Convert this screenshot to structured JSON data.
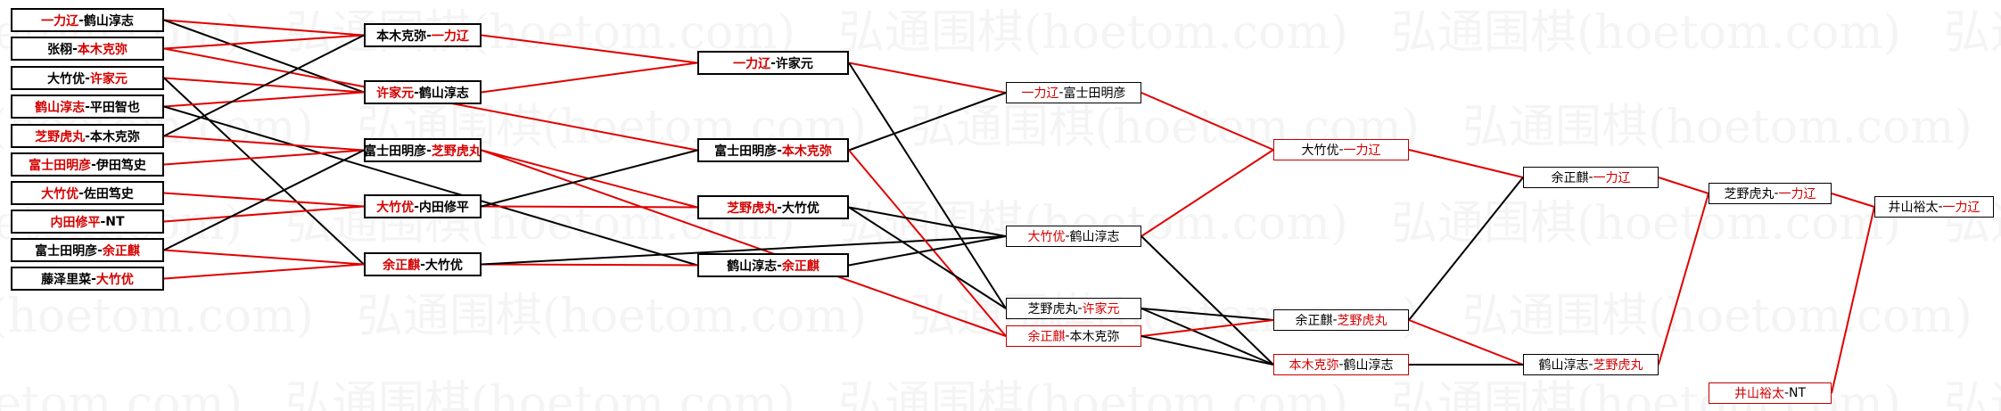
{
  "separator": "-",
  "colors": {
    "red": "#d40000",
    "black": "#000000"
  },
  "watermark": "弘通围棋(hoetom.com)",
  "nodes": {
    "r1_1": {
      "left": "一力辽",
      "left_win": true,
      "right": "鹤山淳志",
      "right_win": false
    },
    "r1_2": {
      "left": "张栩",
      "left_win": false,
      "right": "本木克弥",
      "right_win": true
    },
    "r1_3": {
      "left": "大竹优",
      "left_win": false,
      "right": "许家元",
      "right_win": true
    },
    "r1_4": {
      "left": "鹤山淳志",
      "left_win": true,
      "right": "平田智也",
      "right_win": false
    },
    "r1_5": {
      "left": "芝野虎丸",
      "left_win": true,
      "right": "本木克弥",
      "right_win": false
    },
    "r1_6": {
      "left": "富士田明彦",
      "left_win": true,
      "right": "伊田笃史",
      "right_win": false
    },
    "r1_7": {
      "left": "大竹优",
      "left_win": true,
      "right": "佐田笃史",
      "right_win": false
    },
    "r1_8": {
      "left": "内田修平",
      "left_win": true,
      "right": "NT",
      "right_win": false
    },
    "r1_9": {
      "left": "富士田明彦",
      "left_win": false,
      "right": "余正麒",
      "right_win": true
    },
    "r1_10": {
      "left": "藤泽里菜",
      "left_win": false,
      "right": "大竹优",
      "right_win": true
    },
    "r2_1": {
      "left": "本木克弥",
      "left_win": false,
      "right": "一力辽",
      "right_win": true
    },
    "r2_2": {
      "left": "许家元",
      "left_win": true,
      "right": "鹤山淳志",
      "right_win": false
    },
    "r2_3": {
      "left": "富士田明彦",
      "left_win": false,
      "right": "芝野虎丸",
      "right_win": true
    },
    "r2_4": {
      "left": "大竹优",
      "left_win": true,
      "right": "内田修平",
      "right_win": false
    },
    "r2_5": {
      "left": "余正麒",
      "left_win": true,
      "right": "大竹优",
      "right_win": false
    },
    "r3_1": {
      "left": "一力辽",
      "left_win": true,
      "right": "许家元",
      "right_win": false
    },
    "r3_2": {
      "left": "富士田明彦",
      "left_win": false,
      "right": "本木克弥",
      "right_win": true
    },
    "r3_3": {
      "left": "芝野虎丸",
      "left_win": true,
      "right": "大竹优",
      "right_win": false
    },
    "r3_4": {
      "left": "鹤山淳志",
      "left_win": false,
      "right": "余正麒",
      "right_win": true
    },
    "r4_1": {
      "left": "一力辽",
      "left_win": true,
      "right": "富士田明彦",
      "right_win": false
    },
    "r4_2": {
      "left": "大竹优",
      "left_win": true,
      "right": "鹤山淳志",
      "right_win": false
    },
    "r4_3": {
      "left": "芝野虎丸",
      "left_win": false,
      "right": "许家元",
      "right_win": true
    },
    "r4_4": {
      "left": "余正麒",
      "left_win": true,
      "right": "本木克弥",
      "right_win": false
    },
    "r5_1": {
      "left": "大竹优",
      "left_win": false,
      "right": "一力辽",
      "right_win": true
    },
    "r5_2": {
      "left": "余正麒",
      "left_win": false,
      "right": "芝野虎丸",
      "right_win": true
    },
    "r5_3": {
      "left": "本木克弥",
      "left_win": true,
      "right": "鹤山淳志",
      "right_win": false
    },
    "r6_1": {
      "left": "余正麒",
      "left_win": false,
      "right": "一力辽",
      "right_win": true
    },
    "r6_2": {
      "left": "鹤山淳志",
      "left_win": false,
      "right": "芝野虎丸",
      "right_win": true
    },
    "r7_1": {
      "left": "芝野虎丸",
      "left_win": false,
      "right": "一力辽",
      "right_win": true
    },
    "r7_2": {
      "left": "井山裕太",
      "left_win": true,
      "right": "NT",
      "right_win": false
    },
    "r8_1": {
      "left": "井山裕太",
      "left_win": false,
      "right": "一力辽",
      "right_win": true
    }
  },
  "connections": [
    {
      "from": "r1_1",
      "to": "r2_1",
      "color": "red"
    },
    {
      "from": "r1_1",
      "to": "r2_2",
      "color": "black"
    },
    {
      "from": "r1_2",
      "to": "r2_1",
      "color": "red"
    },
    {
      "from": "r1_2",
      "to": "r3_2",
      "color": "red"
    },
    {
      "from": "r1_3",
      "to": "r2_2",
      "color": "red"
    },
    {
      "from": "r1_3",
      "to": "r2_5",
      "color": "black"
    },
    {
      "from": "r1_4",
      "to": "r2_2",
      "color": "red"
    },
    {
      "from": "r1_4",
      "to": "r3_4",
      "color": "black"
    },
    {
      "from": "r1_5",
      "to": "r2_3",
      "color": "red"
    },
    {
      "from": "r1_5",
      "to": "r2_1",
      "color": "black"
    },
    {
      "from": "r1_6",
      "to": "r2_3",
      "color": "red"
    },
    {
      "from": "r1_7",
      "to": "r2_4",
      "color": "red"
    },
    {
      "from": "r1_8",
      "to": "r2_4",
      "color": "red"
    },
    {
      "from": "r1_9",
      "to": "r2_5",
      "color": "red"
    },
    {
      "from": "r1_9",
      "to": "r2_3",
      "color": "black"
    },
    {
      "from": "r1_10",
      "to": "r2_5",
      "color": "red"
    },
    {
      "from": "r2_1",
      "to": "r3_1",
      "color": "red"
    },
    {
      "from": "r2_2",
      "to": "r3_1",
      "color": "red"
    },
    {
      "from": "r2_3",
      "to": "r3_3",
      "color": "red"
    },
    {
      "from": "r2_3",
      "to": "r4_4",
      "color": "red"
    },
    {
      "from": "r2_4",
      "to": "r3_3",
      "color": "red"
    },
    {
      "from": "r2_4",
      "to": "r3_2",
      "color": "black"
    },
    {
      "from": "r2_5",
      "to": "r3_4",
      "color": "red"
    },
    {
      "from": "r2_5",
      "to": "r4_2",
      "color": "black"
    },
    {
      "from": "r3_1",
      "to": "r4_1",
      "color": "red"
    },
    {
      "from": "r3_1",
      "to": "r4_3",
      "color": "black"
    },
    {
      "from": "r3_2",
      "to": "r4_1",
      "color": "black"
    },
    {
      "from": "r3_2",
      "to": "r4_4",
      "color": "red"
    },
    {
      "from": "r3_3",
      "to": "r4_2",
      "color": "black"
    },
    {
      "from": "r3_3",
      "to": "r4_3",
      "color": "black"
    },
    {
      "from": "r3_4",
      "to": "r4_2",
      "color": "black"
    },
    {
      "from": "r4_1",
      "to": "r5_1",
      "color": "red"
    },
    {
      "from": "r4_2",
      "to": "r5_1",
      "color": "red"
    },
    {
      "from": "r4_2",
      "to": "r5_3",
      "color": "black"
    },
    {
      "from": "r4_3",
      "to": "r5_2",
      "color": "black"
    },
    {
      "from": "r4_3",
      "to": "r5_3",
      "color": "black"
    },
    {
      "from": "r4_4",
      "to": "r5_2",
      "color": "red"
    },
    {
      "from": "r4_4",
      "to": "r5_3",
      "color": "black"
    },
    {
      "from": "r5_1",
      "to": "r6_1",
      "color": "red"
    },
    {
      "from": "r5_2",
      "to": "r6_1",
      "color": "black"
    },
    {
      "from": "r5_2",
      "to": "r6_2",
      "color": "red"
    },
    {
      "from": "r5_3",
      "to": "r6_2",
      "color": "black"
    },
    {
      "from": "r6_1",
      "to": "r7_1",
      "color": "red"
    },
    {
      "from": "r6_2",
      "to": "r7_1",
      "color": "red"
    },
    {
      "from": "r7_1",
      "to": "r8_1",
      "color": "red"
    },
    {
      "from": "r7_2",
      "to": "r8_1",
      "color": "red"
    }
  ]
}
